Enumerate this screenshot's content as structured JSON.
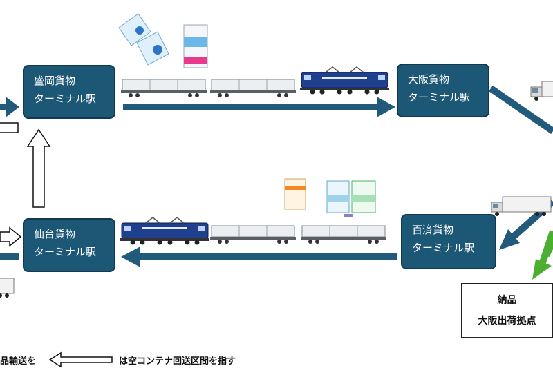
{
  "stations": {
    "morioka": {
      "line1": "盛岡貨物",
      "line2": "ターミナル駅"
    },
    "osaka": {
      "line1": "大阪貨物",
      "line2": "ターミナル駅"
    },
    "sendai": {
      "line1": "仙台貨物",
      "line2": "ターミナル駅"
    },
    "kudara": {
      "line1": "百済貨物",
      "line2": "ターミナル駅"
    }
  },
  "delivery": {
    "line1": "納品",
    "line2": "大阪出荷拠点"
  },
  "legend": {
    "left_text": "品輸送を",
    "right_text": "は空コンテナ回送区間を指す"
  },
  "colors": {
    "station_fill": "#1c5776",
    "route_arrow": "#215a7a",
    "delivery_arrow": "#4caf32",
    "locomotive": "#1f3f8f"
  }
}
